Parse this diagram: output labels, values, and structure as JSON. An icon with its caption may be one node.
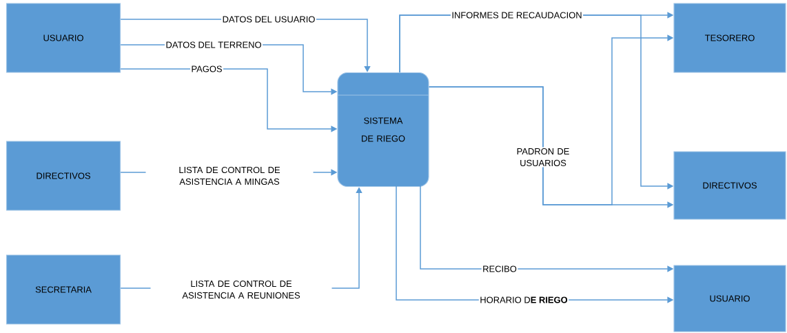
{
  "diagram": {
    "nodes": [
      {
        "text": [
          "USUARIO"
        ]
      },
      {
        "text": [
          "DIRECTIVOS"
        ]
      },
      {
        "text": [
          "SECRETARIA"
        ]
      },
      {
        "text": [
          "SISTEMA DE RIEGO"
        ]
      },
      {
        "text": [
          "TESORERO"
        ]
      },
      {
        "text": [
          "DIRECTIVOS"
        ]
      },
      {
        "text": [
          "USUARIO"
        ]
      }
    ],
    "edges": [
      {
        "from": 0,
        "to": 3,
        "arrow": "to",
        "label": "DATOS DEL USUARIO"
      },
      {
        "from": 0,
        "to": 3,
        "arrow": "to",
        "label": "DATOS DEL TERRENO"
      },
      {
        "from": 0,
        "to": 3,
        "arrow": "to",
        "label": "PAGOS"
      },
      {
        "from": 1,
        "to": 3,
        "arrow": "to",
        "label": "LISTA DE CONTROL DE ASISTENCIA A MINGAS"
      },
      {
        "from": 2,
        "to": 3,
        "arrow": "to",
        "label": "LISTA DE CONTROL DE ASISTENCIA A REUNIONES"
      },
      {
        "from": 3,
        "to": 4,
        "arrow": "to",
        "label": "INFORMES DE RECAUDACION"
      },
      {
        "from": 3,
        "to": 5,
        "arrow": "to"
      },
      {
        "from": 3,
        "to": 5,
        "arrow": "to",
        "label": "PADRON DE USUARIOS"
      },
      {
        "from": 3,
        "to": 4,
        "arrow": "to"
      },
      {
        "from": 3,
        "to": 6,
        "arrow": "to",
        "label": "RECIBO"
      },
      {
        "from": 3,
        "to": 6,
        "arrow": "to",
        "label": "HORARIO D**E RIEGO**"
      }
    ]
  }
}
